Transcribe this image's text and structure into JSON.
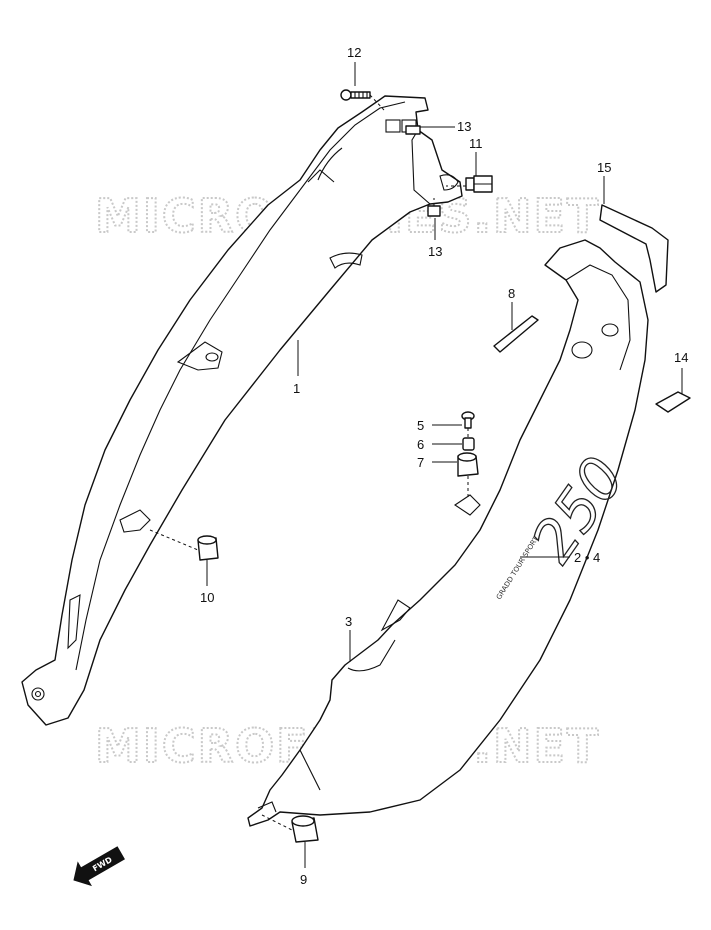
{
  "watermark": "MICROFICHES.NET",
  "fwd_label": "FWD",
  "side_cover_graphic": {
    "logo": "250",
    "script": "GRADD TOUR SPORT"
  },
  "callouts": {
    "c1": "1",
    "c2_4": "2 • 4",
    "c3": "3",
    "c5": "5",
    "c6": "6",
    "c7": "7",
    "c8": "8",
    "c9": "9",
    "c10": "10",
    "c11": "11",
    "c12": "12",
    "c13a": "13",
    "c13b": "13",
    "c14": "14",
    "c15": "15"
  }
}
